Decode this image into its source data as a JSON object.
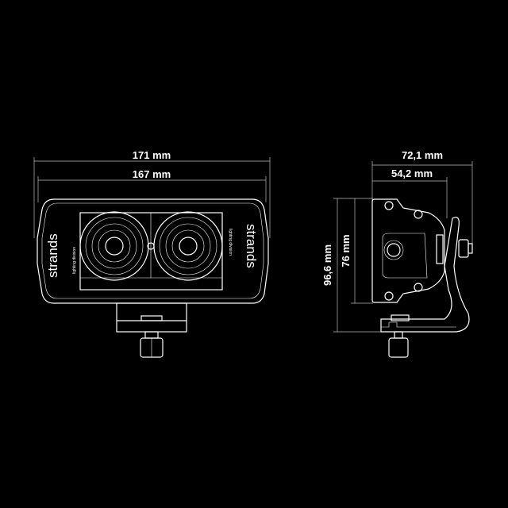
{
  "front_view": {
    "overall_width": "171 mm",
    "body_width": "167 mm",
    "brand": "strands",
    "brand_sub": "lighting division"
  },
  "side_view": {
    "overall_depth": "72,1 mm",
    "body_depth": "54,2 mm",
    "overall_height": "96,6 mm",
    "body_height": "76 mm"
  },
  "colors": {
    "background": "#000000",
    "line": "#ffffff"
  }
}
